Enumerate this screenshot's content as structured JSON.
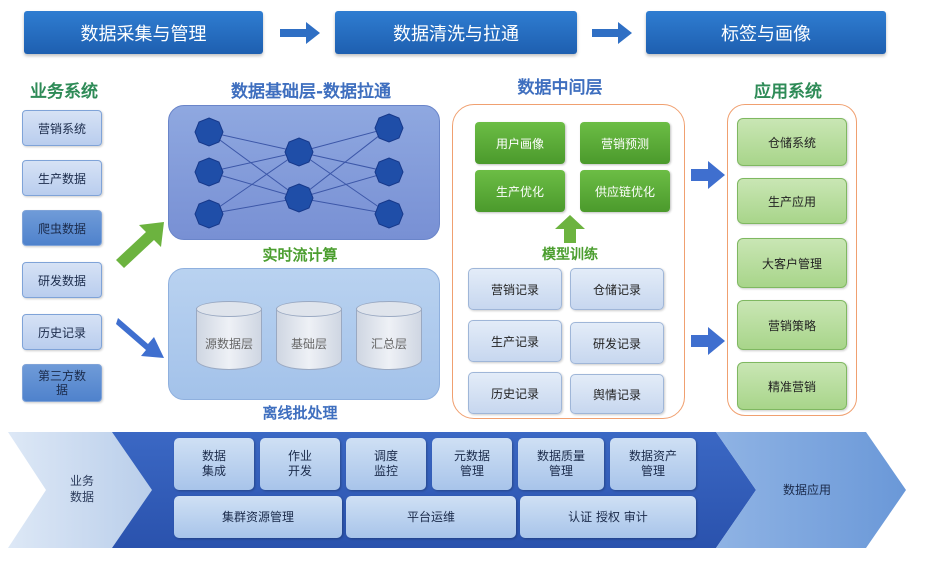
{
  "header": {
    "step1": "数据采集与管理",
    "step2": "数据清洗与拉通",
    "step3": "标签与画像"
  },
  "business": {
    "title": "业务系统",
    "items": [
      "营销系统",
      "生产数据",
      "爬虫数据",
      "研发数据",
      "历史记录",
      "第三方数\n据"
    ]
  },
  "foundation": {
    "title": "数据基础层-数据拉通",
    "stream_label": "实时流计算",
    "batch_label": "离线批处理",
    "cylinders": [
      "源数据层",
      "基础层",
      "汇总层"
    ]
  },
  "middle": {
    "title": "数据中间层",
    "green": [
      "用户画像",
      "营销预测",
      "生产优化",
      "供应链优化"
    ],
    "model_label": "模型训练",
    "records": [
      "营销记录",
      "仓储记录",
      "生产记录",
      "研发记录",
      "历史记录",
      "舆情记录"
    ]
  },
  "apps": {
    "title": "应用系统",
    "items": [
      "仓储系统",
      "生产应用",
      "大客户管理",
      "营销策略",
      "精准营销"
    ]
  },
  "band": {
    "left": "业务\n数据",
    "right": "数据应用",
    "tiles": [
      "数据\n集成",
      "作业\n开发",
      "调度\n监控",
      "元数据\n管理",
      "数据质量\n管理",
      "数据资产\n管理"
    ],
    "bottom": [
      "集群资源管理",
      "平台运维",
      "认证 授权 审计"
    ]
  },
  "colors": {
    "header_blue": "#1e5fb0",
    "green": "#4b9a2c",
    "orange_border": "#f0a070",
    "band_blue": "#2c56b8"
  }
}
